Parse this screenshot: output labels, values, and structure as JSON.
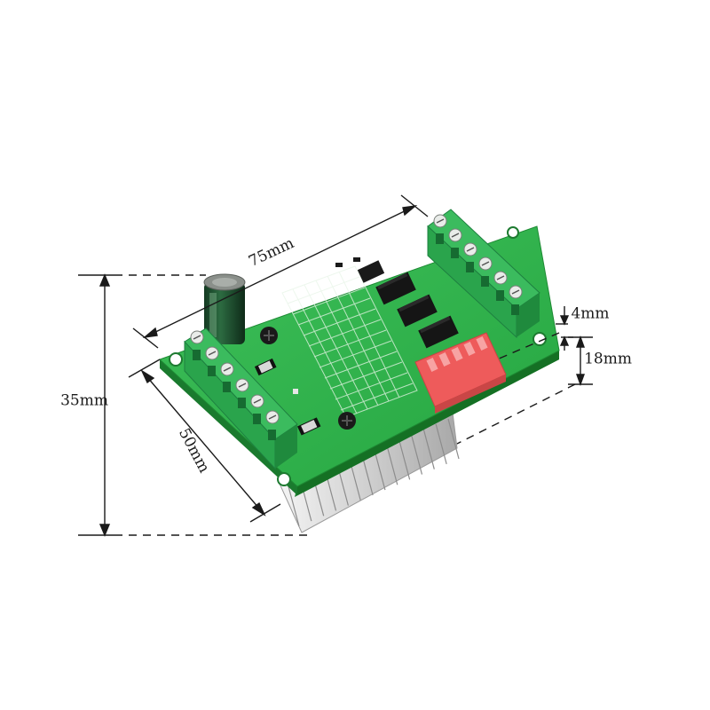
{
  "dimensions": {
    "length": "75mm",
    "width": "50mm",
    "height": "35mm",
    "standoff": "4mm",
    "heatsink": "18mm"
  },
  "colors": {
    "pcb": "#2fb54a",
    "pcb_dark": "#1f8a34",
    "terminal": "#35b55a",
    "terminal_dark": "#1f7f3c",
    "dip_switch": "#ef5c5c",
    "heatsink": "#d8d8d8",
    "capacitor": "#1f4d2e",
    "chip": "#1a1a1a",
    "dim_line": "#1a1a1a"
  }
}
